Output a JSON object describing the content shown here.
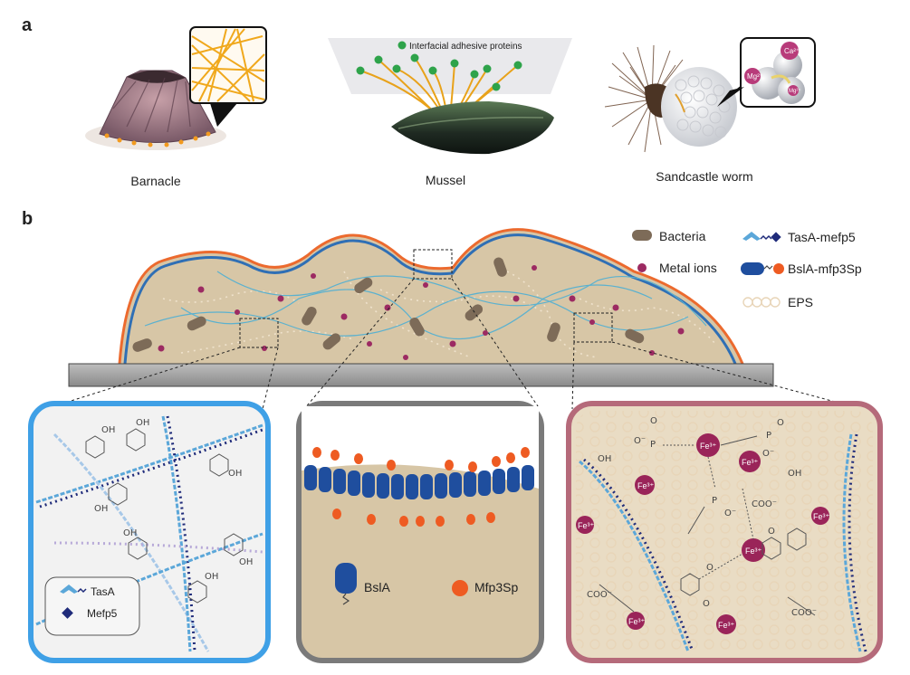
{
  "panel_a": {
    "letter": "a",
    "barnacle_label": "Barnacle",
    "mussel_label": "Mussel",
    "mussel_annotation": "Interfacial adhesive proteins",
    "worm_label": "Sandcastle worm",
    "worm_ion_ca": "Ca²⁺",
    "worm_ion_mg1": "Mg²⁺",
    "worm_ion_mg2": "Mg²⁺"
  },
  "panel_b": {
    "letter": "b",
    "legend": {
      "bacteria": "Bacteria",
      "metal_ions": "Metal ions",
      "tasa_mefp5": "TasA-mefp5",
      "bsla_mfp3sp": "BslA-mfp3Sp",
      "eps": "EPS"
    },
    "inset_left": {
      "tasa": "TasA",
      "mefp5": "Mefp5"
    },
    "inset_middle": {
      "bsla": "BslA",
      "mfp3sp": "Mfp3Sp"
    },
    "inset_right": {
      "fe": "Fe³⁺",
      "coo": "COO⁻",
      "oh": "OH",
      "o_minus": "O⁻",
      "p": "P",
      "o": "O"
    }
  },
  "colors": {
    "biofilm_fill": "#d7c6a6",
    "biofilm_orange": "#ec6a2e",
    "biofilm_blue": "#2f6fb5",
    "bacteria": "#7d6b58",
    "metal_ion": "#9c2a62",
    "eps": "#efe2cc",
    "fiber": "#5bb1cf",
    "left_border": "#3fa0e6",
    "middle_border": "#7a7a7a",
    "right_border": "#b56a7a",
    "bsla": "#1f4e9e",
    "mfp3sp": "#ee5b22",
    "fe_ion": "#9a2459"
  }
}
